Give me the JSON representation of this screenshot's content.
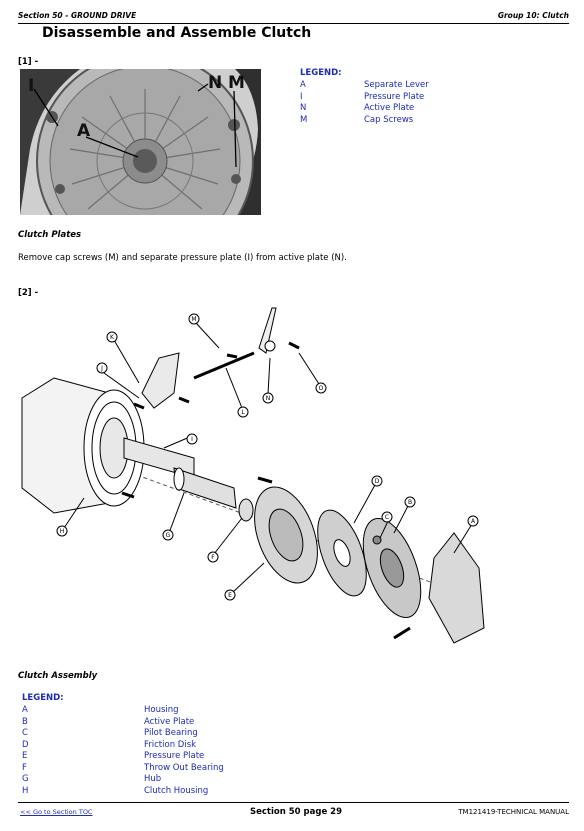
{
  "header": {
    "section": "Section 50 - GROUND DRIVE",
    "group": "Group 10: Clutch"
  },
  "title": "Disassemble and Assemble Clutch",
  "figure1": {
    "label": "[1] -",
    "callouts": [
      "I",
      "N",
      "M",
      "A"
    ],
    "legend": {
      "heading": "LEGEND:",
      "items": [
        {
          "key": "A",
          "text": "Separate Lever"
        },
        {
          "key": "I",
          "text": "Pressure Plate"
        },
        {
          "key": "N",
          "text": "Active Plate"
        },
        {
          "key": "M",
          "text": "Cap Screws"
        }
      ]
    }
  },
  "subsection1": {
    "caption": "Clutch Plates",
    "text": "Remove cap screws (M) and separate pressure plate (I) from active plate (N)."
  },
  "figure2": {
    "label": "[2] -",
    "callouts": [
      "M",
      "K",
      "J",
      "L",
      "N",
      "O",
      "I",
      "G",
      "F",
      "E",
      "D",
      "C",
      "B",
      "A",
      "H"
    ]
  },
  "subsection2": {
    "caption": "Clutch Assembly",
    "legend": {
      "heading": "LEGEND:",
      "items": [
        {
          "key": "A",
          "text": "Housing"
        },
        {
          "key": "B",
          "text": "Active Plate"
        },
        {
          "key": "C",
          "text": "Pilot Bearing"
        },
        {
          "key": "D",
          "text": "Friction Disk"
        },
        {
          "key": "E",
          "text": "Pressure Plate"
        },
        {
          "key": "F",
          "text": "Throw Out Bearing"
        },
        {
          "key": "G",
          "text": "Hub"
        },
        {
          "key": "H",
          "text": "Clutch Housing"
        }
      ]
    }
  },
  "footer": {
    "toc_link": "<< Go to Section TOC",
    "page": "Section 50 page 29",
    "manual": "TM121419-TECHNICAL MANUAL"
  },
  "colors": {
    "legend": "#1d2bb5",
    "photo_bg": "#c8c8c8"
  }
}
